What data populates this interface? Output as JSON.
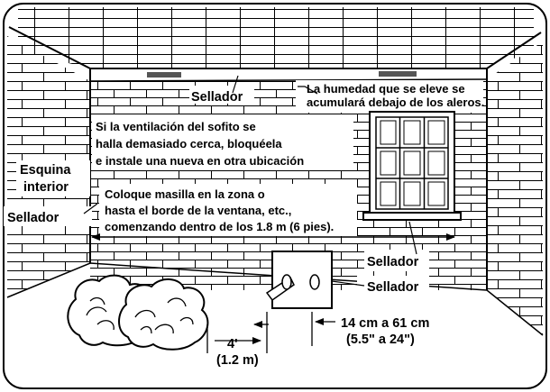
{
  "labels": {
    "sellador_top": "Sellador",
    "humedad_line1": "La humedad que se eleve se",
    "humedad_line2": "acumulará debajo de los aleros.",
    "sofito_line1": "Si la ventilación del sofito se",
    "sofito_line2": "halla demasiado cerca, bloquéela",
    "sofito_line3": "e instale una nueva en otra ubicación",
    "esquina_line1": "Esquina",
    "esquina_line2": "interior",
    "sellador_left": "Sellador",
    "masilla_line1": "Coloque masilla en la zona o",
    "masilla_line2": "hasta el borde de la ventana, etc.,",
    "masilla_line3": "comenzando dentro de los 1.8 m (6 pies).",
    "sellador_window": "Sellador",
    "sellador_vent": "Sellador",
    "dist_left_1": "4'",
    "dist_left_2": "(1.2 m)",
    "dist_right_1": "14 cm a 61 cm",
    "dist_right_2": "(5.5\" a 24\")"
  },
  "colors": {
    "line": "#000000",
    "soffit_vent": "#555555",
    "background": "#ffffff"
  }
}
